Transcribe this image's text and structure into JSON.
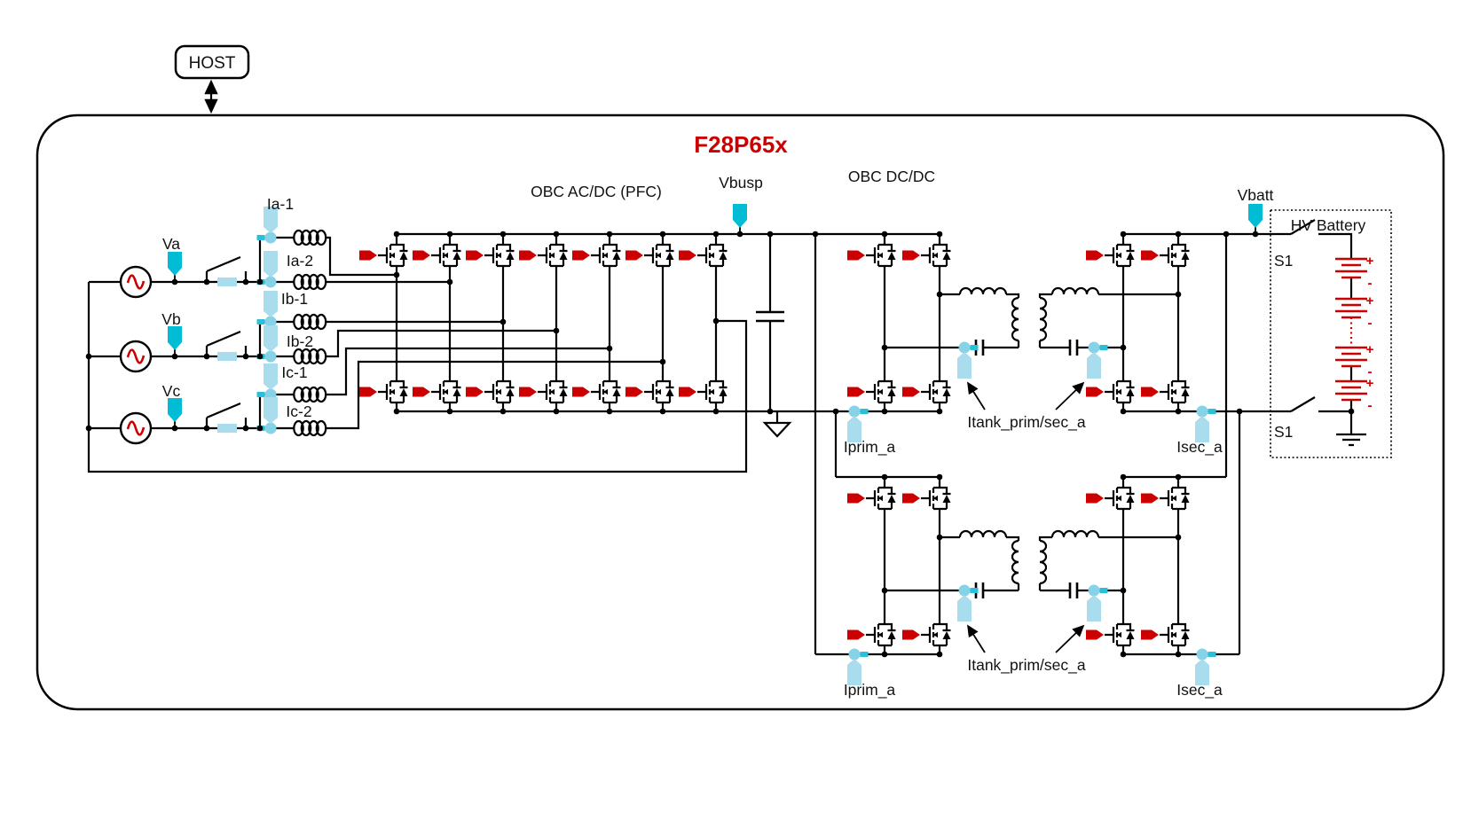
{
  "app": {
    "host_label": "HOST",
    "chip_label": "F28P65x"
  },
  "sections": {
    "pfc_label": "OBC AC/DC (PFC)",
    "dcdc_label": "OBC DC/DC",
    "battery_label": "HV Battery"
  },
  "voltage_probes": {
    "va": "Va",
    "vb": "Vb",
    "vc": "Vc",
    "vbusp": "Vbusp",
    "vbatt": "Vbatt"
  },
  "current_probes": {
    "ia1": "Ia-1",
    "ia2": "Ia-2",
    "ib1": "Ib-1",
    "ib2": "Ib-2",
    "ic1": "Ic-1",
    "ic2": "Ic-2",
    "iprim": "Iprim_a",
    "itank": "Itank_prim/sec_a",
    "isec": "Isec_a"
  },
  "battery": {
    "switch_label": "S1",
    "plus": "+",
    "minus": "-"
  },
  "colors": {
    "accent_red": "#CC0000",
    "wire_black": "#000000",
    "probe_teal": "#00BCD4",
    "probe_light_blue": "#A9DCEC"
  }
}
